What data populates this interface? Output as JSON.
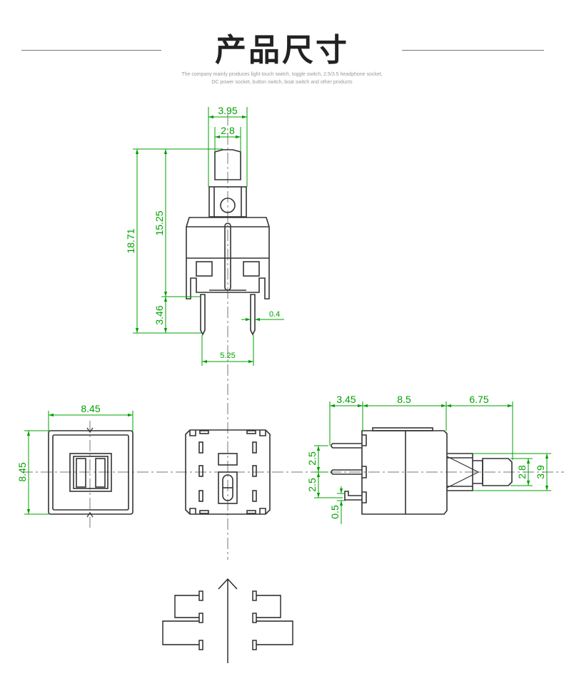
{
  "title": "产品尺寸",
  "subtitle": {
    "line1": "The company mainly produces light touch switch, toggle switch, 2.5/3.5 headphone socket,",
    "line2": "DC power socket, button switch, boat switch and other products"
  },
  "colors": {
    "dimension": "#00a000",
    "outline": "#333333",
    "centerline": "#777777",
    "title": "#222222"
  },
  "front_view": {
    "dims": {
      "width_total": "3.95",
      "width_stem": "2.8",
      "height_total": "18.71",
      "height_body": "15.25",
      "pin_length": "3.46",
      "pin_width": "0.4",
      "pin_pitch": "5.25"
    }
  },
  "top_view": {
    "dims": {
      "width": "8.45",
      "height": "8.45"
    }
  },
  "side_view": {
    "dims": {
      "seg_pins": "3.45",
      "seg_body": "8.5",
      "seg_stem": "6.75",
      "pitch_upper": "2.5",
      "pitch_lower": "2.5",
      "pin_thickness": "0.5",
      "stem_inner": "2.8",
      "stem_outer": "3.9"
    }
  }
}
